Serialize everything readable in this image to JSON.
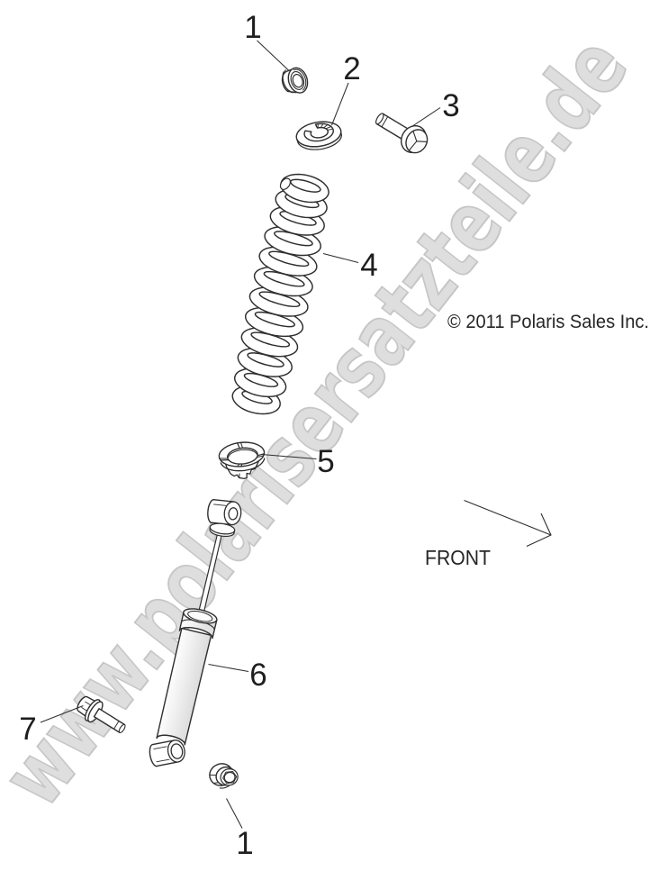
{
  "diagram": {
    "watermark": "www.polarisersatzteile.de",
    "copyright": "© 2011 Polaris Sales Inc.",
    "front_label": "FRONT",
    "callouts": {
      "nut_top": "1",
      "retainer_washer": "2",
      "bolt_upper": "3",
      "spring": "4",
      "spring_retainer": "5",
      "shock": "6",
      "bolt_lower": "7",
      "nut_bottom": "1"
    },
    "colors": {
      "background": "#ffffff",
      "line": "#2e2e2e",
      "watermark_fill": "#dedede",
      "watermark_outline": "#c6c6c6"
    }
  }
}
